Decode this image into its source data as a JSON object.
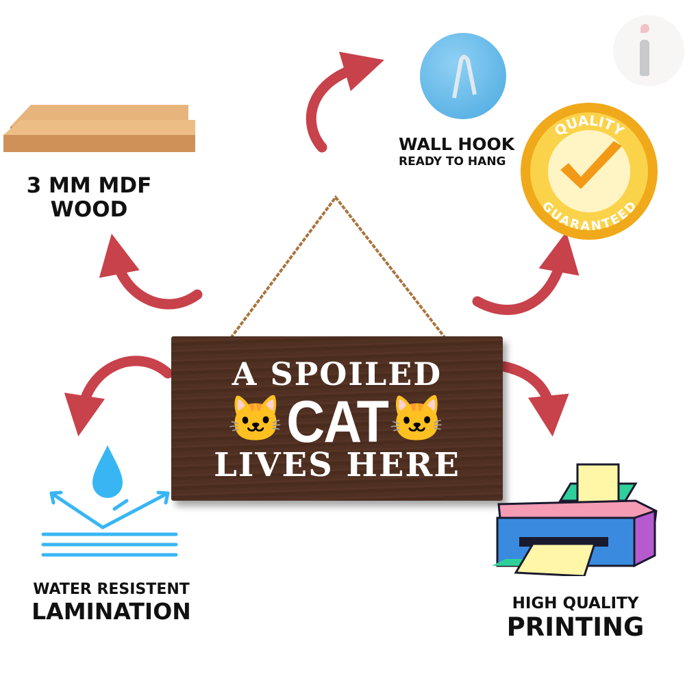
{
  "features": {
    "wood": {
      "line1": "3 MM MDF",
      "line2": "WOOD"
    },
    "hook": {
      "title": "WALL HOOK",
      "subtitle": "READY TO HANG"
    },
    "badge": {
      "top": "QUALITY",
      "bottom": "GUARANTEED"
    },
    "water": {
      "line1": "WATER RESISTENT",
      "line2": "LAMINATION"
    },
    "printing": {
      "line1": "HIGH QUALITY",
      "line2": "PRINTING"
    }
  },
  "sign": {
    "line1": "A SPOILED",
    "line2": "CAT",
    "line3": "LIVES HERE"
  },
  "colors": {
    "arrow": "#c8424b",
    "sign": "#4f3022",
    "hook": "#5db7ea",
    "gold": "#f3b21c",
    "water": "#38b6f4"
  }
}
